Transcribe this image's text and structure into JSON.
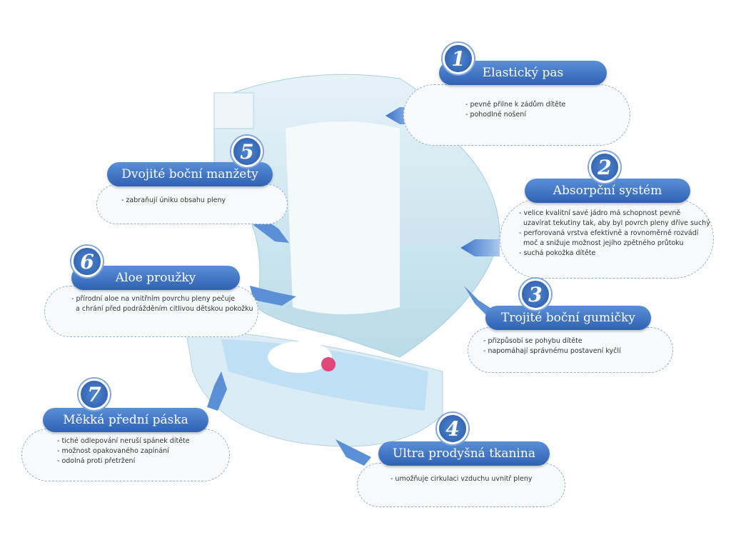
{
  "features": [
    {
      "number": "1",
      "title": "Elastický pas",
      "lines": [
        "- pevně přilne k zádům dítěte",
        "- pohodlné nošení"
      ]
    },
    {
      "number": "2",
      "title": "Absorpční systém",
      "lines": [
        "- velice kvalitní savé jádro má schopnost pevně",
        "  uzavírat tekutiny tak, aby byl povrch pleny dříve suchý",
        "- perforovaná vrstva efektivně a rovnoměrně rozvádí",
        "  moč a snižuje možnost jejího zpětného průtoku",
        "- suchá pokožka dítěte"
      ]
    },
    {
      "number": "3",
      "title": "Trojité boční gumičky",
      "lines": [
        "- přizpůsobí se pohybu dítěte",
        "- napomáhají správnému postavení kyčlí"
      ]
    },
    {
      "number": "4",
      "title": "Ultra prodyšná tkanina",
      "lines": [
        "- umožňuje cirkulaci vzduchu uvnitř pleny"
      ]
    },
    {
      "number": "5",
      "title": "Dvojité boční manžety",
      "lines": [
        "- zabraňují úniku obsahu pleny"
      ]
    },
    {
      "number": "6",
      "title": "Aloe proužky",
      "lines": [
        "- přírodní aloe na vnitřním povrchu pleny pečuje",
        "  a chrání před podrážděním citlivou dětskou pokožku"
      ]
    },
    {
      "number": "7",
      "title": "Měkká přední páska",
      "lines": [
        "- tiché odlepování neruší spánek dítěte",
        "- možnost opakovaného zapínání",
        "- odolná proti přetržení"
      ]
    }
  ],
  "colors": {
    "pill": "#2f62b3",
    "diaper": "#cfe6f0",
    "arrow": "#5b8fd6"
  }
}
